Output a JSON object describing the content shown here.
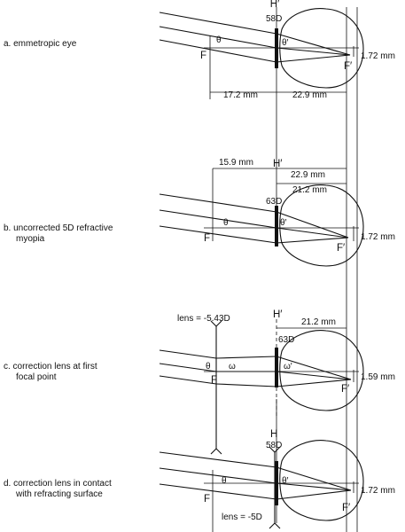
{
  "panels": [
    {
      "label": "a. emmetropic eye",
      "principal_plane": "H′",
      "power": "58D",
      "theta": "θ",
      "theta_prime": "θ′",
      "focal_front": "F",
      "focal_back": "F′",
      "retinal_size": "1.72 mm",
      "dist_front": "17.2 mm",
      "dist_back": "22.9 mm"
    },
    {
      "label_line1": "b. uncorrected 5D refractive",
      "label_line2": "myopia",
      "principal_plane": "H′",
      "power": "63D",
      "theta": "θ",
      "theta_prime": "θ′",
      "focal_front": "F",
      "focal_back": "F′",
      "retinal_size": "1.72 mm",
      "dist_front": "15.9 mm",
      "dist_back_total": "22.9 mm",
      "dist_back_focal": "21.2 mm"
    },
    {
      "label_line1": "c. correction lens at first",
      "label_line2": "focal point",
      "lens": "lens = -5.43D",
      "principal_plane": "H′",
      "power": "63D",
      "theta": "θ",
      "omega": "ω",
      "omega_prime": "ω′",
      "focal_front": "F",
      "focal_back": "F′",
      "retinal_size": "1.59 mm",
      "dist_back": "21.2 mm"
    },
    {
      "label_line1": "d. correction lens in contact",
      "label_line2": "with refracting surface",
      "principal_plane": "H",
      "power": "58D",
      "theta": "θ",
      "theta_prime": "θ′",
      "focal_front": "F",
      "focal_back": "F′",
      "retinal_size": "1.72 mm",
      "lens": "lens = -5D"
    }
  ]
}
